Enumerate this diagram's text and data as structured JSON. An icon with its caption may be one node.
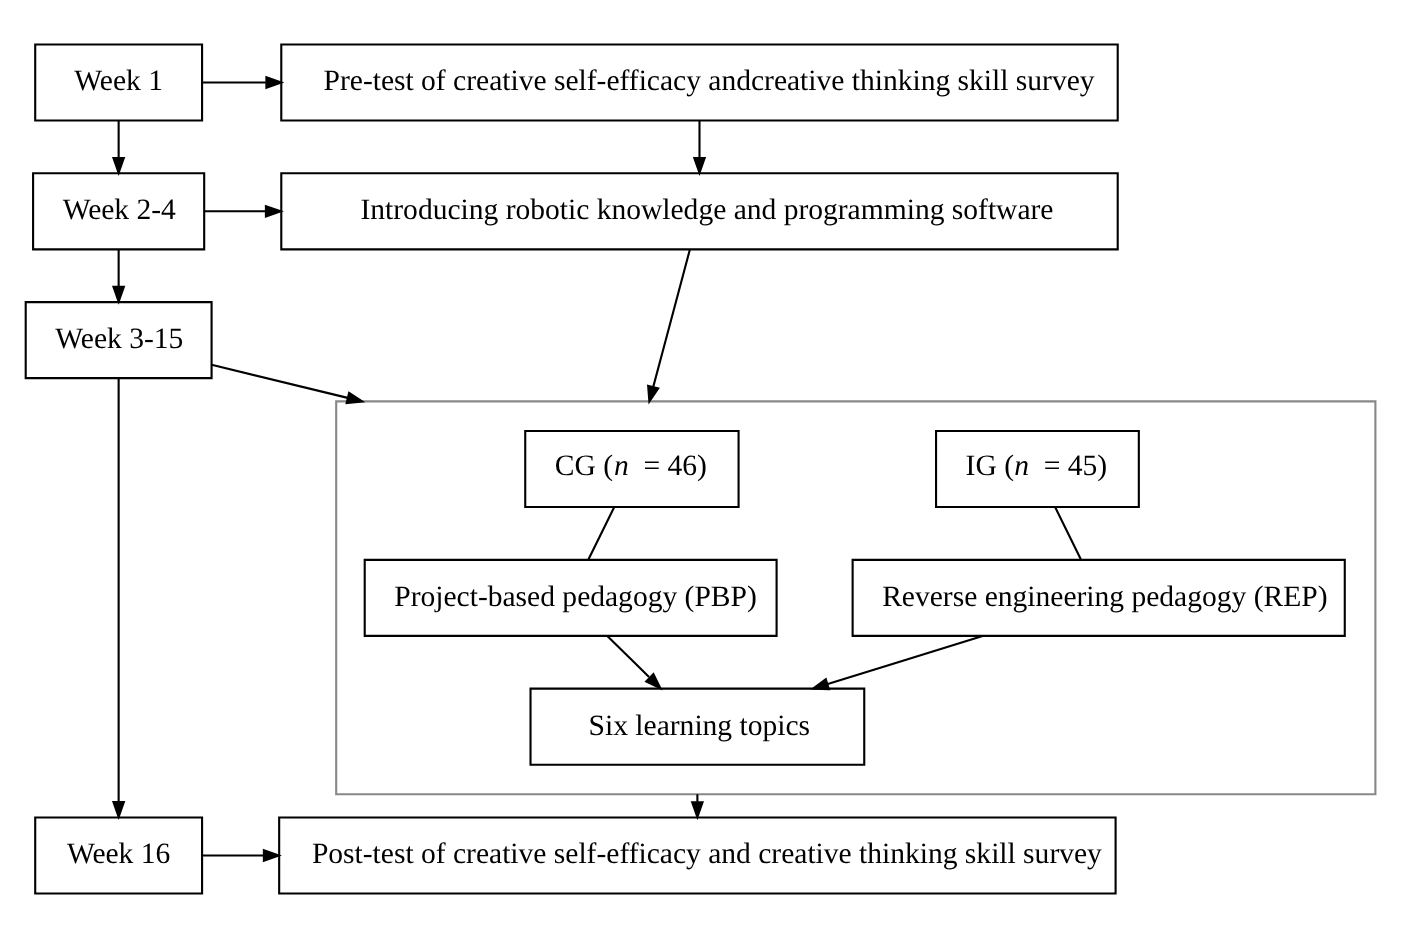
{
  "diagram": {
    "nodes": [
      {
        "text": [
          "Week 1"
        ]
      },
      {
        "text": [
          "Pre-test of creative self-efficacy andcreative thinking skill survey"
        ]
      },
      {
        "text": [
          "Week 2-4"
        ]
      },
      {
        "text": [
          "Introducing robotic knowledge and programming software"
        ]
      },
      {
        "text": [
          "Week 3-15"
        ]
      },
      {
        "text": [],
        "shape": "box"
      },
      {
        "text": [
          "CG (*n* = 46)"
        ],
        "in": 5
      },
      {
        "text": [
          "IG (*n* = 45)"
        ],
        "in": 5
      },
      {
        "text": [
          "Project-based pedagogy (PBP)"
        ],
        "in": 5
      },
      {
        "text": [
          "Reverse engineering pedagogy (REP)"
        ],
        "in": 5
      },
      {
        "text": [
          "Six learning topics"
        ],
        "in": 5
      },
      {
        "text": [
          "Week 16"
        ]
      },
      {
        "text": [
          "Post-test of creative self-efficacy and creative thinking skill survey"
        ]
      }
    ],
    "edges": [
      {
        "from": 0,
        "to": 1,
        "arrow": "to"
      },
      {
        "from": 0,
        "to": 2,
        "arrow": "to"
      },
      {
        "from": 1,
        "to": 3,
        "arrow": "to"
      },
      {
        "from": 2,
        "to": 3,
        "arrow": "to"
      },
      {
        "from": 2,
        "to": 4,
        "arrow": "to"
      },
      {
        "from": 3,
        "to": 5,
        "arrow": "to"
      },
      {
        "from": 4,
        "to": 5,
        "arrow": "to"
      },
      {
        "from": 6,
        "to": 8,
        "arrow": "none"
      },
      {
        "from": 7,
        "to": 9,
        "arrow": "none"
      },
      {
        "from": 8,
        "to": 10,
        "arrow": "to"
      },
      {
        "from": 9,
        "to": 10,
        "arrow": "to"
      },
      {
        "from": 4,
        "to": 11,
        "arrow": "to"
      },
      {
        "from": 5,
        "to": 12,
        "arrow": "to"
      },
      {
        "from": 11,
        "to": 12,
        "arrow": "to"
      }
    ]
  }
}
